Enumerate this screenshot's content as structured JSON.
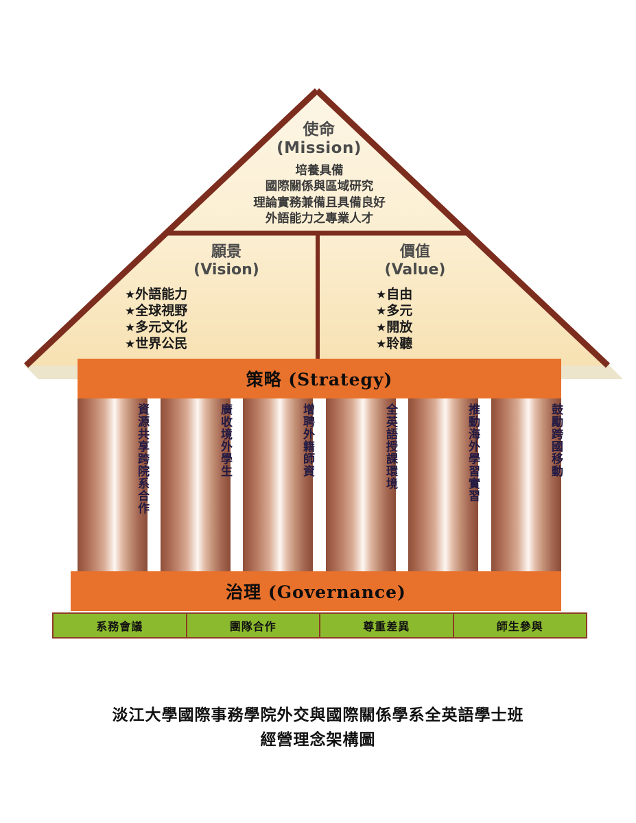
{
  "colors": {
    "roof_fill_top": "#fdf3dc",
    "roof_fill_bottom": "#f7e3b8",
    "roof_outline": "#7c2d1d",
    "roof_shadow": "#eee6cd",
    "bar_orange": "#e8712c",
    "column_light": "#fdf7f3",
    "column_dark": "#8e4f38",
    "green_box": "#8cba2e",
    "green_box_border": "#8c3b24",
    "heading_text": "#4b4b4b",
    "body_text": "#111111"
  },
  "roof": {
    "mission": {
      "title_zh": "使命",
      "title_en": "(Mission)",
      "body": "培養具備\n國際關係與區域研究\n理論實務兼備且具備良好\n外語能力之專業人才"
    },
    "vision": {
      "title_zh": "願景",
      "title_en": "(Vision)",
      "bullet": "★",
      "items": [
        "外語能力",
        "全球視野",
        "多元文化",
        "世界公民"
      ]
    },
    "value": {
      "title_zh": "價值",
      "title_en": "(Value)",
      "bullet": "★",
      "items": [
        "自由",
        "多元",
        "開放",
        "聆聽"
      ]
    }
  },
  "strategy": {
    "label": "策略 (Strategy)",
    "columns": [
      "資源共享跨院系合作",
      "廣收境外學生",
      "增聘外籍師資",
      "全英語授課環境",
      "推動海外學習實習",
      "鼓勵跨國移動"
    ]
  },
  "governance": {
    "label": "治理 (Governance)",
    "boxes": [
      "系務會議",
      "團隊合作",
      "尊重差異",
      "師生參與"
    ]
  },
  "caption": "淡江大學國際事務學院外交與國際關係學系全英語學士班\n經營理念架構圖"
}
